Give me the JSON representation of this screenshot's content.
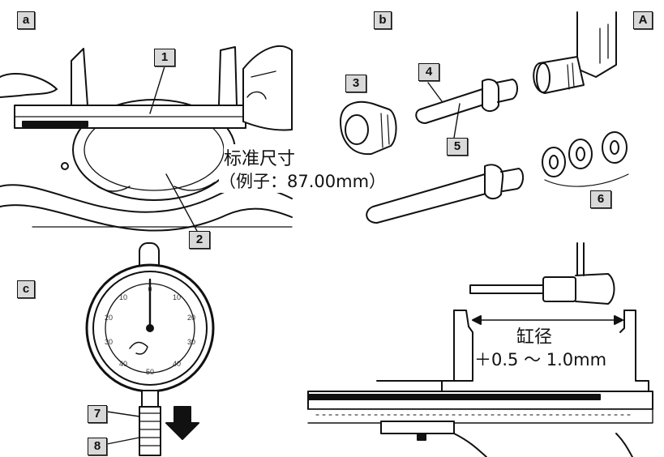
{
  "panels": {
    "a": "a",
    "b": "b",
    "c": "c",
    "A": "A"
  },
  "callouts": [
    "1",
    "2",
    "3",
    "4",
    "5",
    "6",
    "7",
    "8"
  ],
  "captions": {
    "standard_size": "标准尺寸",
    "example": "（例子：87.00mm）",
    "bore": "缸径",
    "tolerance": "＋0.5 ～ 1.0mm"
  },
  "dial_scale": [
    "0",
    "10",
    "20",
    "30",
    "40",
    "50",
    "40",
    "30",
    "20",
    "10"
  ]
}
